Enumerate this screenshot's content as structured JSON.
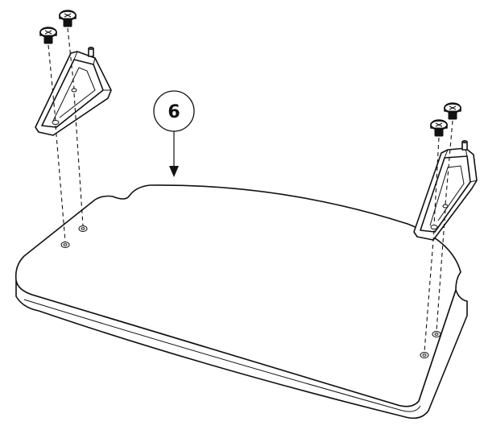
{
  "diagram": {
    "callout": {
      "number": "6"
    },
    "parts": [
      "base-plate",
      "left-bracket",
      "right-bracket",
      "screw",
      "screw",
      "screw",
      "screw"
    ]
  }
}
